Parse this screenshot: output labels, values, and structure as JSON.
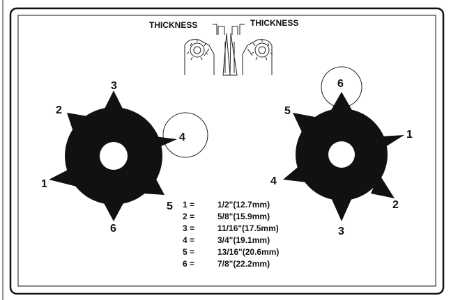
{
  "header": {
    "left_label": "THICKNESS",
    "right_label": "THICKNESS"
  },
  "wheels": [
    {
      "id": "left",
      "labels": [
        "1",
        "2",
        "3",
        "4",
        "5",
        "6"
      ],
      "highlight": "4"
    },
    {
      "id": "right",
      "labels": [
        "1",
        "2",
        "3",
        "4",
        "5",
        "6"
      ],
      "highlight": "6"
    }
  ],
  "legend": [
    {
      "key": "1 =",
      "value": "1/2\"(12.7mm)"
    },
    {
      "key": "2 =",
      "value": "5/8\"(15.9mm)"
    },
    {
      "key": "3 =",
      "value": "11/16\"(17.5mm)"
    },
    {
      "key": "4 =",
      "value": "3/4\"(19.1mm)"
    },
    {
      "key": "5 =",
      "value": "13/16\"(20.6mm)"
    },
    {
      "key": "6 =",
      "value": "7/8\"(22.2mm)"
    }
  ]
}
